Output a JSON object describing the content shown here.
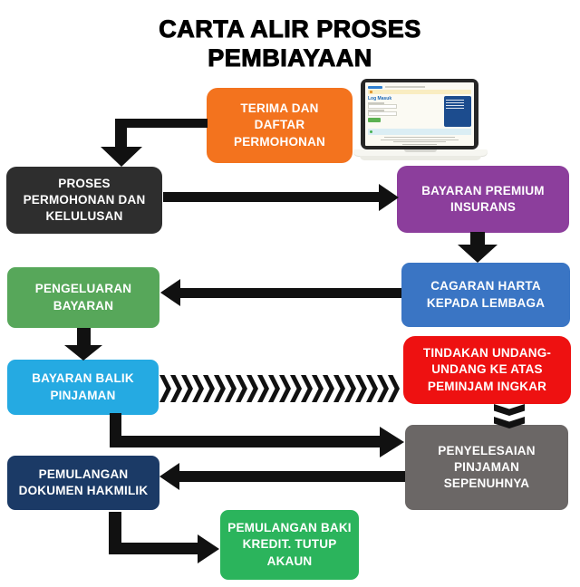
{
  "title": {
    "text": "CARTA ALIR PROSES\nPEMBIAYAAN"
  },
  "colors": {
    "arrow": "#111111",
    "background": "#ffffff",
    "title_text": "#000000"
  },
  "boxes": {
    "terima": {
      "label": "TERIMA DAN\nDAFTAR\nPERMOHONAN",
      "color": "#f3731e"
    },
    "proses": {
      "label": "PROSES\nPERMOHONAN DAN\nKELULUSAN",
      "color": "#2e2e2e"
    },
    "premium": {
      "label": "BAYARAN PREMIUM\nINSURANS",
      "color": "#8c3e9c"
    },
    "cagaran": {
      "label": "CAGARAN HARTA\nKEPADA LEMBAGA",
      "color": "#3a75c4"
    },
    "pengeluaran": {
      "label": "PENGELUARAN\nBAYARAN",
      "color": "#57a75a"
    },
    "balik": {
      "label": "BAYARAN BALIK\nPINJAMAN",
      "color": "#25aae2"
    },
    "tindakan": {
      "label": "TINDAKAN UNDANG-\nUNDANG KE ATAS\nPEMINJAM INGKAR",
      "color": "#ee1111"
    },
    "penyelesaian": {
      "label": "PENYELESAIAN\nPINJAMAN\nSEPENUHNYA",
      "color": "#6b6766"
    },
    "dokumen": {
      "label": "PEMULANGAN\nDOKUMEN HAKMILIK",
      "color": "#1b3a66"
    },
    "baki": {
      "label": "PEMULANGAN BAKI\nKREDIT. TUTUP\nAKAUN",
      "color": "#2bb45c"
    }
  },
  "laptop": {
    "screen_heading": "Log Masuk"
  }
}
